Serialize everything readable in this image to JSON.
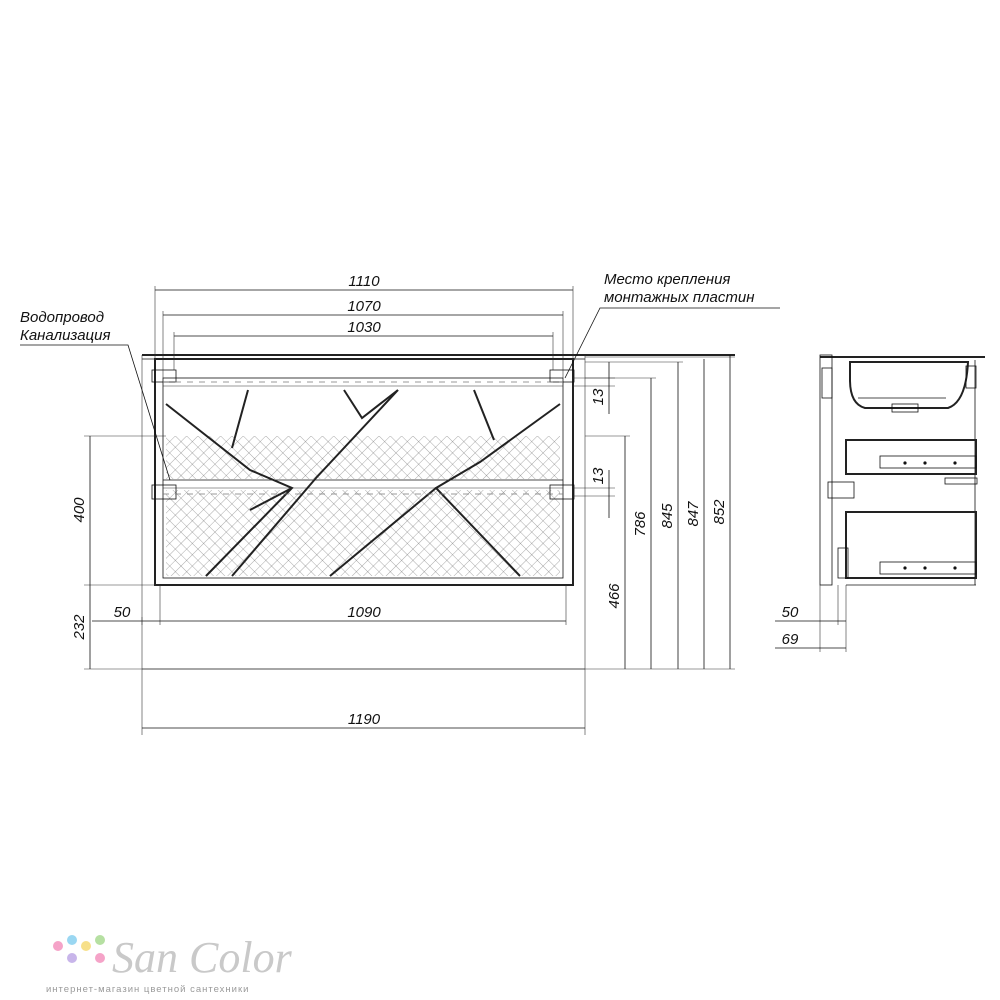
{
  "notes": {
    "water_sewer_line1": "Водопровод",
    "water_sewer_line2": "Канализация",
    "mount_line1": "Место крепления",
    "mount_line2": "монтажных пластин"
  },
  "dimensions": {
    "w1110": "1110",
    "w1070": "1070",
    "w1030": "1030",
    "w1090": "1090",
    "w1190": "1190",
    "left50": "50",
    "h400": "400",
    "h232": "232",
    "t13a": "13",
    "t13b": "13",
    "h786": "786",
    "h466": "466",
    "h845": "845",
    "h847": "847",
    "h852": "852",
    "side50": "50",
    "side69": "69"
  },
  "brand": {
    "name": "San Color",
    "tagline": "интернет-магазин цветной сантехники"
  },
  "colors": {
    "dot1": "#f5a3c8",
    "dot2": "#9ad7f2",
    "dot3": "#f7e08a",
    "dot4": "#b6e0a2",
    "dot5": "#c8b5ea"
  }
}
